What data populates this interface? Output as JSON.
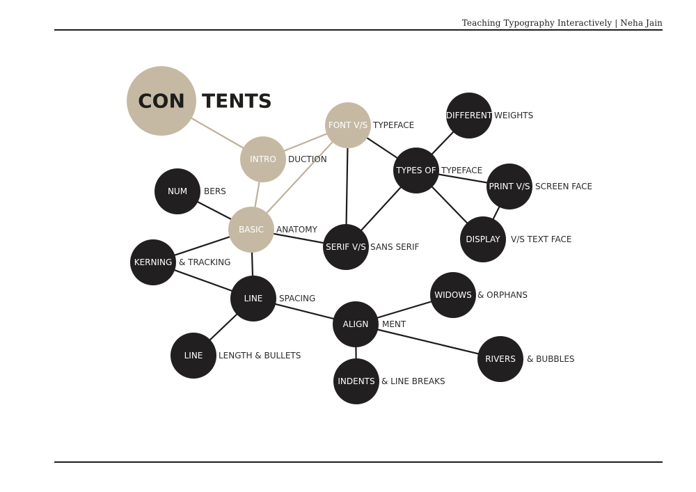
{
  "header": {
    "running_head": "Teaching Typography Interactively | Neha Jain"
  },
  "colors": {
    "dark_node": "#221f20",
    "tan_node": "#c5b9a3",
    "tan_edge": "#bfb09a",
    "dark_edge": "#1d1b1c"
  },
  "title": {
    "inside": "CON",
    "outside": "TENTS"
  },
  "nodes": [
    {
      "id": "contents",
      "inside": "CON",
      "outside": "TENTS"
    },
    {
      "id": "intro",
      "inside": "INTRO",
      "outside": "DUCTION"
    },
    {
      "id": "font",
      "inside": "FONT V/S",
      "outside": "TYPEFACE"
    },
    {
      "id": "basic",
      "inside": "BASIC",
      "outside": "ANATOMY"
    },
    {
      "id": "numbers",
      "inside": "NUM",
      "outside": "BERS"
    },
    {
      "id": "kerning",
      "inside": "KERNING",
      "outside": "& TRACKING"
    },
    {
      "id": "line1",
      "inside": "LINE",
      "outside": "SPACING"
    },
    {
      "id": "line2",
      "inside": "LINE",
      "outside": "LENGTH & BULLETS"
    },
    {
      "id": "serif",
      "inside": "SERIF V/S",
      "outside": "SANS SERIF"
    },
    {
      "id": "types",
      "inside": "TYPES OF",
      "outside": "TYPEFACE"
    },
    {
      "id": "weights",
      "inside": "DIFFERENT",
      "outside": "WEIGHTS"
    },
    {
      "id": "print",
      "inside": "PRINT V/S",
      "outside": "SCREEN FACE"
    },
    {
      "id": "display",
      "inside": "DISPLAY",
      "outside": "V/S TEXT FACE"
    },
    {
      "id": "align",
      "inside": "ALIGN",
      "outside": "MENT"
    },
    {
      "id": "widows",
      "inside": "WIDOWS",
      "outside": "& ORPHANS"
    },
    {
      "id": "rivers",
      "inside": "RIVERS",
      "outside": "& BUBBLES"
    },
    {
      "id": "indents",
      "inside": "INDENTS",
      "outside": "& LINE BREAKS"
    }
  ],
  "edges": [
    {
      "from": "contents",
      "to": "intro",
      "style": "tan"
    },
    {
      "from": "intro",
      "to": "font",
      "style": "tan"
    },
    {
      "from": "intro",
      "to": "basic",
      "style": "tan"
    },
    {
      "from": "font",
      "to": "basic",
      "style": "tan"
    },
    {
      "from": "font",
      "to": "serif",
      "style": "dark"
    },
    {
      "from": "font",
      "to": "types",
      "style": "dark"
    },
    {
      "from": "types",
      "to": "serif",
      "style": "dark"
    },
    {
      "from": "types",
      "to": "weights",
      "style": "dark"
    },
    {
      "from": "types",
      "to": "print",
      "style": "dark"
    },
    {
      "from": "types",
      "to": "display",
      "style": "dark"
    },
    {
      "from": "print",
      "to": "display",
      "style": "dark"
    },
    {
      "from": "basic",
      "to": "numbers",
      "style": "dark"
    },
    {
      "from": "basic",
      "to": "kerning",
      "style": "dark"
    },
    {
      "from": "basic",
      "to": "serif",
      "style": "dark"
    },
    {
      "from": "basic",
      "to": "line1",
      "style": "dark"
    },
    {
      "from": "kerning",
      "to": "line1",
      "style": "dark"
    },
    {
      "from": "line1",
      "to": "line2",
      "style": "dark"
    },
    {
      "from": "line1",
      "to": "align",
      "style": "dark"
    },
    {
      "from": "align",
      "to": "widows",
      "style": "dark"
    },
    {
      "from": "align",
      "to": "rivers",
      "style": "dark"
    },
    {
      "from": "align",
      "to": "indents",
      "style": "dark"
    }
  ]
}
